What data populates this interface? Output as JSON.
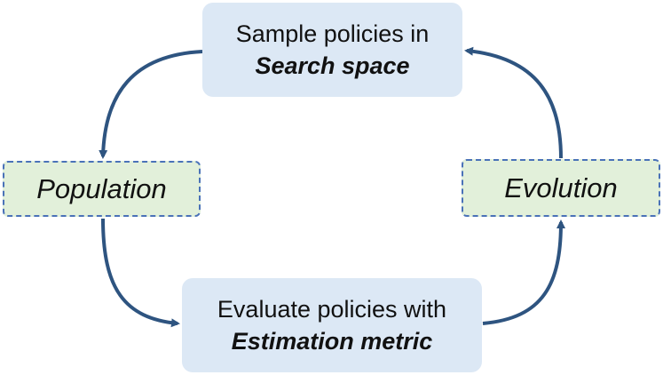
{
  "nodes": {
    "sample": {
      "line1": "Sample policies in",
      "line2": "Search space"
    },
    "evaluate": {
      "line1": "Evaluate policies with",
      "line2": "Estimation metric"
    },
    "population": {
      "label": "Population"
    },
    "evolution": {
      "label": "Evolution"
    }
  },
  "colors": {
    "arrow": "#2e5480",
    "blue_box": "#dce8f5",
    "green_box": "#e2f0da",
    "dashed_border": "#4a72b8"
  }
}
